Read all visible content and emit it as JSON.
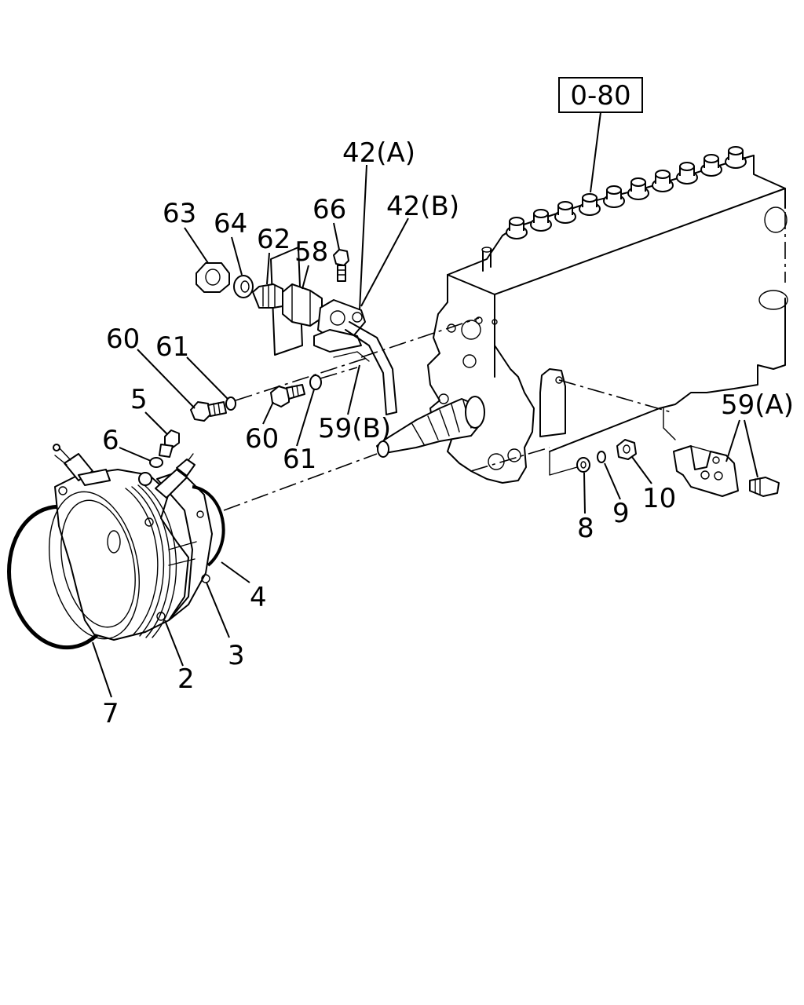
{
  "reference_box": "0-80",
  "callouts": {
    "p42a": "42(A)",
    "p42b": "42(B)",
    "p63": "63",
    "p64": "64",
    "p62": "62",
    "p58": "58",
    "p66": "66",
    "p60a": "60",
    "p61a": "61",
    "p5": "5",
    "p6": "6",
    "p60b": "60",
    "p61b": "61",
    "p59b": "59(B)",
    "p59a": "59(A)",
    "p4": "4",
    "p3": "3",
    "p2": "2",
    "p7": "7",
    "p8": "8",
    "p9": "9",
    "p10": "10"
  }
}
